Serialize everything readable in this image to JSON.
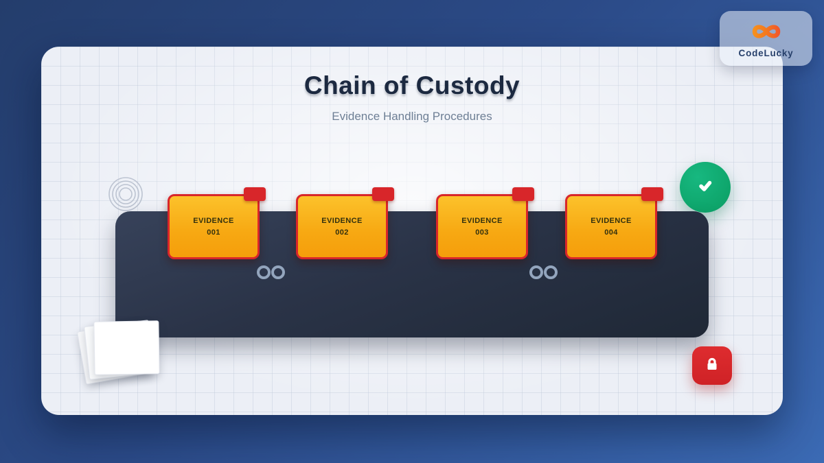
{
  "brand": {
    "name": "CodeLucky"
  },
  "header": {
    "title": "Chain of Custody",
    "subtitle": "Evidence Handling Procedures"
  },
  "evidence_tags": [
    {
      "label": "EVIDENCE",
      "number": "001"
    },
    {
      "label": "EVIDENCE",
      "number": "002"
    },
    {
      "label": "EVIDENCE",
      "number": "003"
    },
    {
      "label": "EVIDENCE",
      "number": "004"
    }
  ],
  "icons": {
    "logo": "infinity-loop-icon",
    "status": "check-icon",
    "security": "lock-icon",
    "handcuffs": "double-ring-icon",
    "fingerprint": "concentric-circles-icon",
    "documents": "paper-stack-icon"
  },
  "colors": {
    "background_gradient_start": "#243d6c",
    "background_gradient_end": "#3b6ab4",
    "card_background": "#eceff6",
    "evidence_tag_fill_top": "#fcc22b",
    "evidence_tag_fill_bottom": "#f59e0b",
    "evidence_tag_border": "#d8262a",
    "shelf_bar_dark": "#26303f",
    "success_green": "#0ea56b",
    "alert_red": "#d9262b",
    "title_text": "#1c2940",
    "subtitle_text": "#6e7f95"
  }
}
